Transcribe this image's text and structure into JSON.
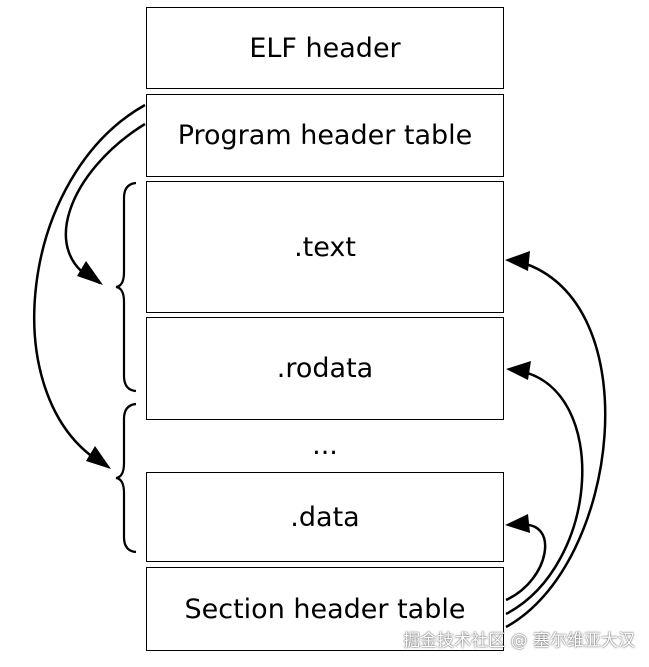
{
  "blocks": {
    "elf_header": "ELF header",
    "program_header_table": "Program header table",
    "text": ".text",
    "rodata": ".rodata",
    "ellipsis": "...",
    "data": ".data",
    "section_header_table": "Section header table"
  },
  "watermark": "掘金技术社区 @ 塞尔维亚大汉"
}
